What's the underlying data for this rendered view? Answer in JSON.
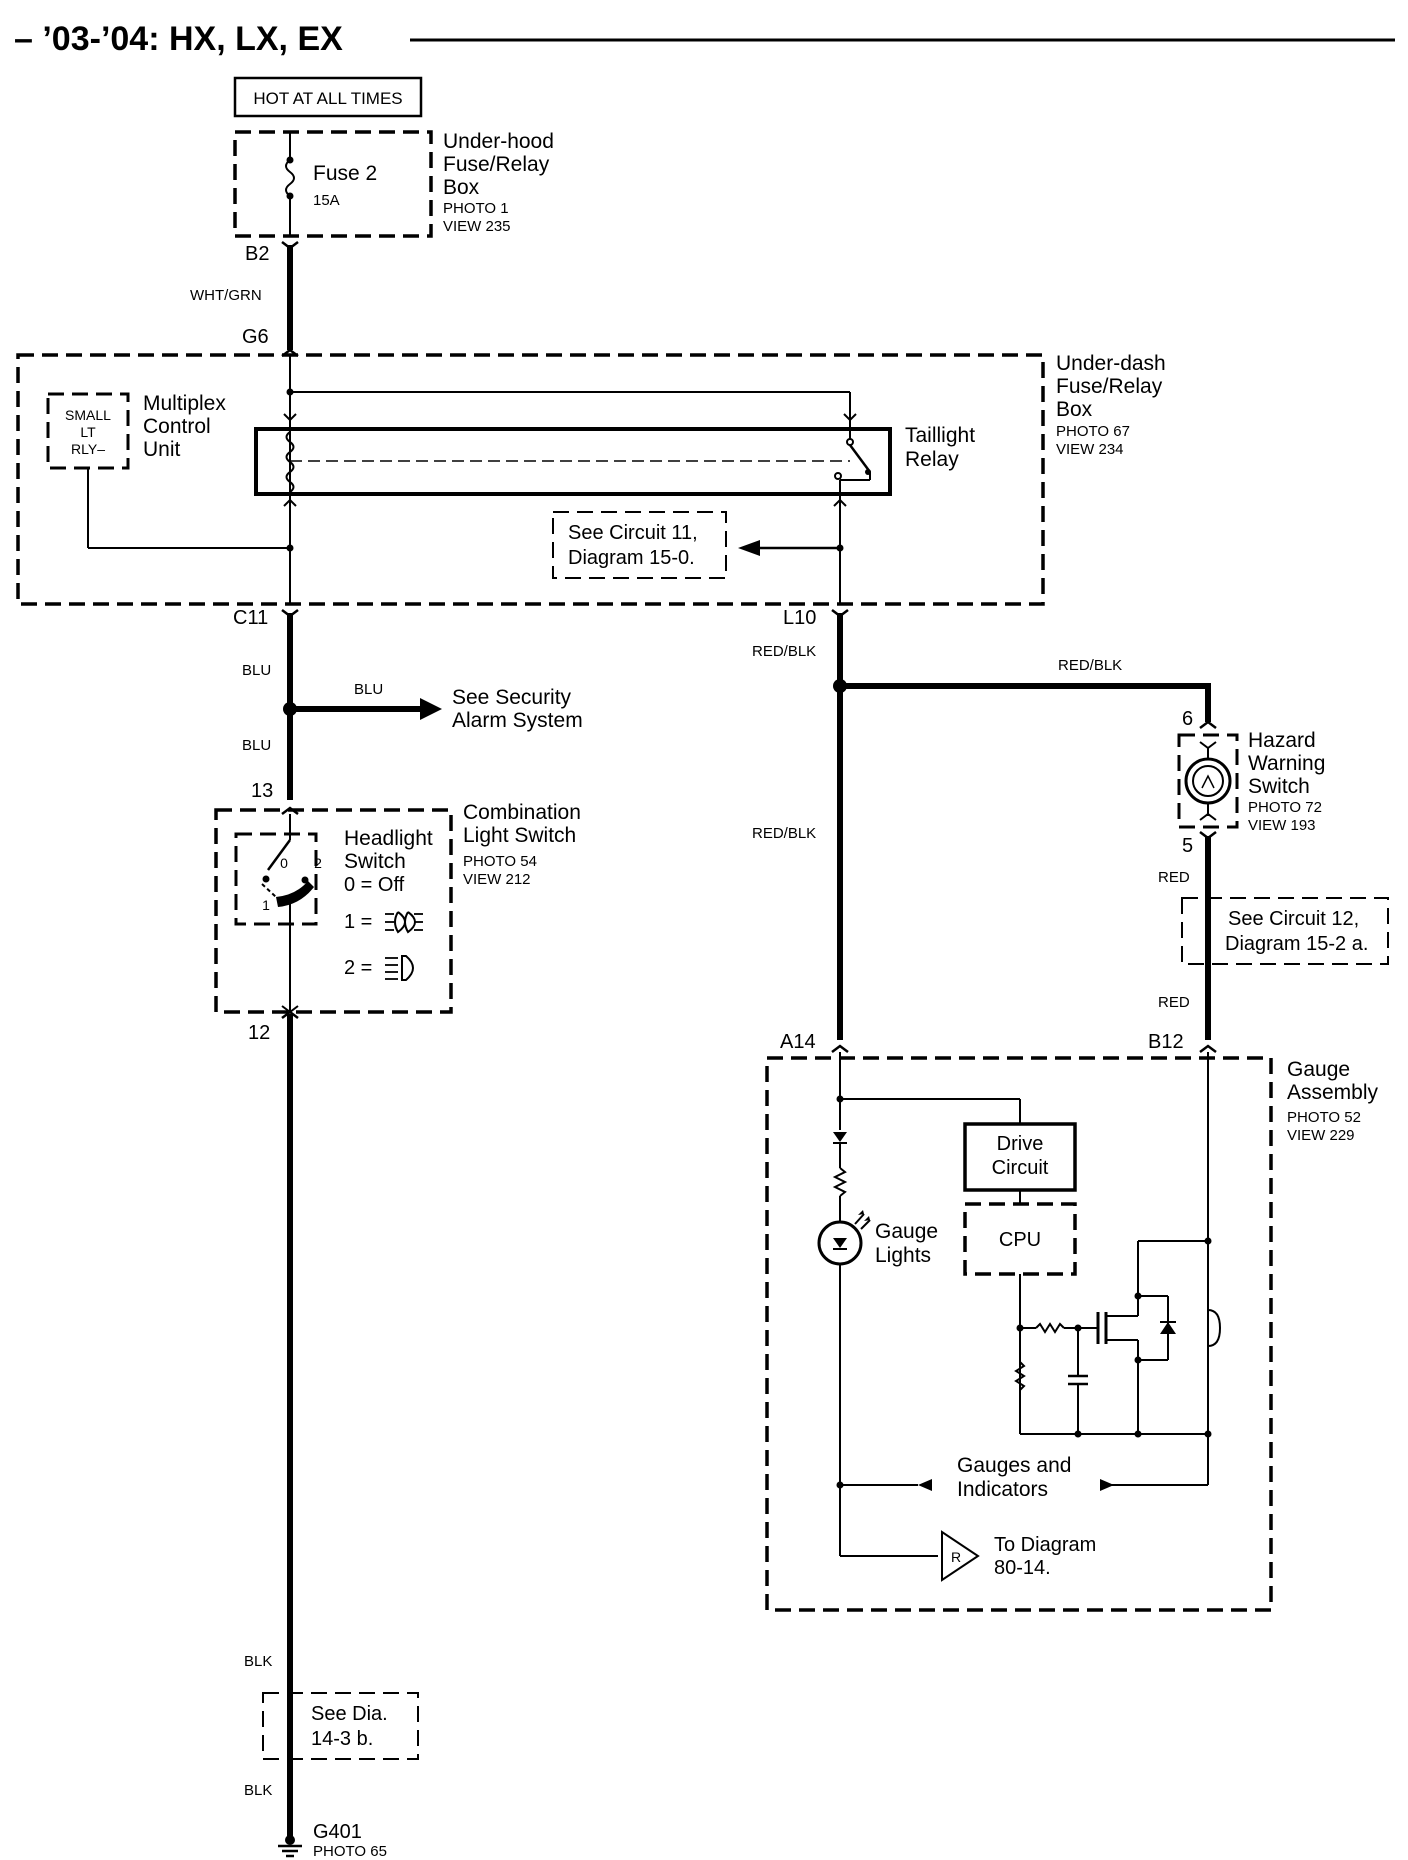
{
  "title": "– ’03-’04: HX, LX, EX",
  "power": {
    "label": "HOT AT ALL TIMES"
  },
  "fuse_box": {
    "name1": "Under-hood",
    "name2": "Fuse/Relay",
    "name3": "Box",
    "photo": "PHOTO 1",
    "view": "VIEW 235",
    "fuse": "Fuse 2",
    "rating": "15A",
    "conn": "B2"
  },
  "wire1": "WHT/GRN",
  "dash_box": {
    "conn_in": "G6",
    "name1": "Under-dash",
    "name2": "Fuse/Relay",
    "name3": "Box",
    "photo": "PHOTO 67",
    "view": "VIEW 234",
    "conn_out1": "C11",
    "conn_out2": "L10"
  },
  "mcu": {
    "line1": "SMALL",
    "line2": "LT",
    "line3": "RLY–",
    "name1": "Multiplex",
    "name2": "Control",
    "name3": "Unit"
  },
  "relay": {
    "name1": "Taillight",
    "name2": "Relay"
  },
  "ref1": {
    "line1": "See Circuit 11,",
    "line2": "Diagram 15-0."
  },
  "blu_wire": {
    "top": "BLU",
    "branch": "BLU",
    "bottom": "BLU"
  },
  "security": {
    "line1": "See Security",
    "line2": "Alarm System"
  },
  "combo_switch": {
    "pin_in": "13",
    "pin_out": "12",
    "name1": "Combination",
    "name2": "Light Switch",
    "photo": "PHOTO 54",
    "view": "VIEW 212",
    "sw1": "Headlight",
    "sw2": "Switch",
    "pos0": "0",
    "pos1": "1",
    "pos2": "2",
    "legend0": "0 = Off",
    "legend1": "1 =",
    "legend2": "2 ="
  },
  "red_blk": {
    "top": "RED/BLK",
    "branch": "RED/BLK",
    "mid": "RED/BLK"
  },
  "hazard": {
    "pin_in": "6",
    "pin_out": "5",
    "name1": "Hazard",
    "name2": "Warning",
    "name3": "Switch",
    "photo": "PHOTO 72",
    "view": "VIEW 193"
  },
  "red_wire": {
    "top": "RED",
    "bottom": "RED"
  },
  "ref2": {
    "line1": "See Circuit 12,",
    "line2": "Diagram 15-2 a."
  },
  "gauge": {
    "conn_a": "A14",
    "conn_b": "B12",
    "name1": "Gauge",
    "name2": "Assembly",
    "photo": "PHOTO 52",
    "view": "VIEW 229",
    "drive1": "Drive",
    "drive2": "Circuit",
    "cpu": "CPU",
    "lights1": "Gauge",
    "lights2": "Lights",
    "ind1": "Gauges and",
    "ind2": "Indicators",
    "r": "R",
    "to1": "To Diagram",
    "to2": "80-14."
  },
  "blk_wire": {
    "top": "BLK",
    "bottom": "BLK"
  },
  "ref3": {
    "line1": "See Dia.",
    "line2": "14-3 b."
  },
  "ground": {
    "name": "G401",
    "photo": "PHOTO 65"
  }
}
